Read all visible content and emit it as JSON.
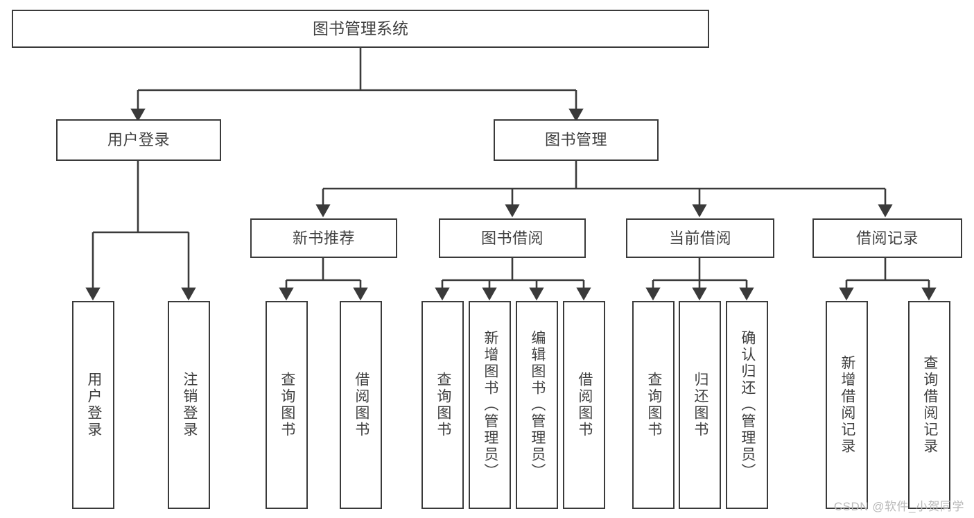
{
  "diagram": {
    "title": "图书管理系统",
    "type": "tree",
    "root": {
      "label": "图书管理系统"
    },
    "level2": [
      {
        "label": "用户登录"
      },
      {
        "label": "图书管理"
      }
    ],
    "level3": [
      {
        "label": "新书推荐",
        "parent": "图书管理"
      },
      {
        "label": "图书借阅",
        "parent": "图书管理"
      },
      {
        "label": "当前借阅",
        "parent": "图书管理"
      },
      {
        "label": "借阅记录",
        "parent": "图书管理"
      }
    ],
    "leaves": {
      "user_login": [
        {
          "label": "用户登录"
        },
        {
          "label": "注销登录"
        }
      ],
      "new_book_rec": [
        {
          "label": "查询图书"
        },
        {
          "label": "借阅图书"
        }
      ],
      "book_borrow": [
        {
          "label": "查询图书"
        },
        {
          "label": "新增图书（管理员）"
        },
        {
          "label": "编辑图书（管理员）"
        },
        {
          "label": "借阅图书"
        }
      ],
      "current_borrow": [
        {
          "label": "查询图书"
        },
        {
          "label": "归还图书"
        },
        {
          "label": "确认归还（管理员）"
        }
      ],
      "borrow_records": [
        {
          "label": "新增借阅记录"
        },
        {
          "label": "查询借阅记录"
        }
      ]
    }
  },
  "watermark": {
    "text": "CSDN @软件_小贺同学"
  },
  "colors": {
    "box_border": "#3a3a3a",
    "box_fill": "#ffffff",
    "text": "#3f3f3f",
    "line": "#3a3a3a",
    "watermark": "#b9b9b9",
    "background": "#ffffff"
  }
}
